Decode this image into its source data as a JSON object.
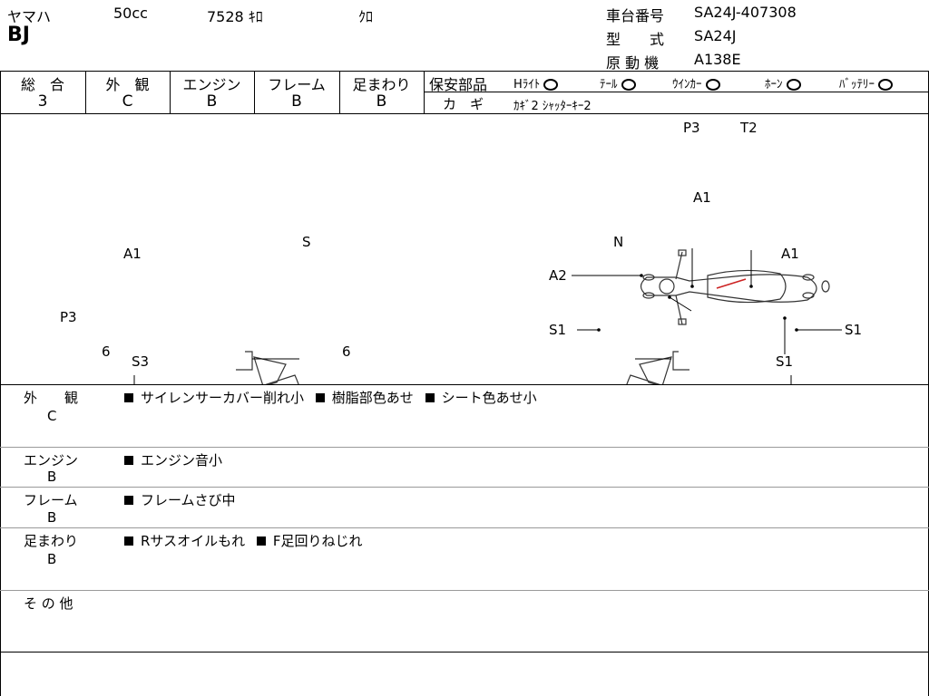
{
  "header": {
    "maker": "ヤマハ",
    "displacement": "50cc",
    "mileage": "7528 ｷﾛ",
    "color": "ｸﾛ",
    "model_name": "BJ",
    "frame_number_label": "車台番号",
    "frame_number": "SA24J-407308",
    "model_type_label": "型　　式",
    "model_type": "SA24J",
    "engine_label": "原 動 機",
    "engine_code": "A138E"
  },
  "grades": [
    {
      "label": "総　合",
      "value": "3"
    },
    {
      "label": "外　観",
      "value": "C"
    },
    {
      "label": "エンジン",
      "value": "B"
    },
    {
      "label": "フレーム",
      "value": "B"
    },
    {
      "label": "足まわり",
      "value": "B"
    }
  ],
  "safety": {
    "label": "保安部品",
    "items": [
      "Hﾗｲﾄ",
      "ﾃｰﾙ",
      "ｳｲﾝｶｰ",
      "ﾎｰﾝ",
      "ﾊﾞｯﾃﾘｰ"
    ],
    "key_label": "カ　ギ",
    "key_value": "ｶｷﾞ2 ｼｬｯﾀｰｷｰ2"
  },
  "diagram": {
    "top": {
      "labels": [
        "P3",
        "T2",
        "A1"
      ]
    },
    "left": {
      "labels": [
        "S",
        "A1",
        "P3",
        "6",
        "S3",
        "6"
      ]
    },
    "right": {
      "labels": [
        "N",
        "A1",
        "A2",
        "S1",
        "S1",
        "S1"
      ]
    }
  },
  "notes": [
    {
      "category": "外　　観",
      "grade": "C",
      "items": [
        "サイレンサーカバー削れ小",
        "樹脂部色あせ",
        "シート色あせ小"
      ]
    },
    {
      "category": "エンジン",
      "grade": "B",
      "items": [
        "エンジン音小"
      ]
    },
    {
      "category": "フレーム",
      "grade": "B",
      "items": [
        "フレームさび中"
      ]
    },
    {
      "category": "足まわり",
      "grade": "B",
      "items": [
        "Rサスオイルもれ",
        "F足回りねじれ"
      ]
    },
    {
      "category": "そ の 他",
      "grade": "",
      "items": []
    }
  ],
  "colors": {
    "damage_mark": "#cc2222",
    "line": "#000000",
    "drawing": "#333333"
  }
}
